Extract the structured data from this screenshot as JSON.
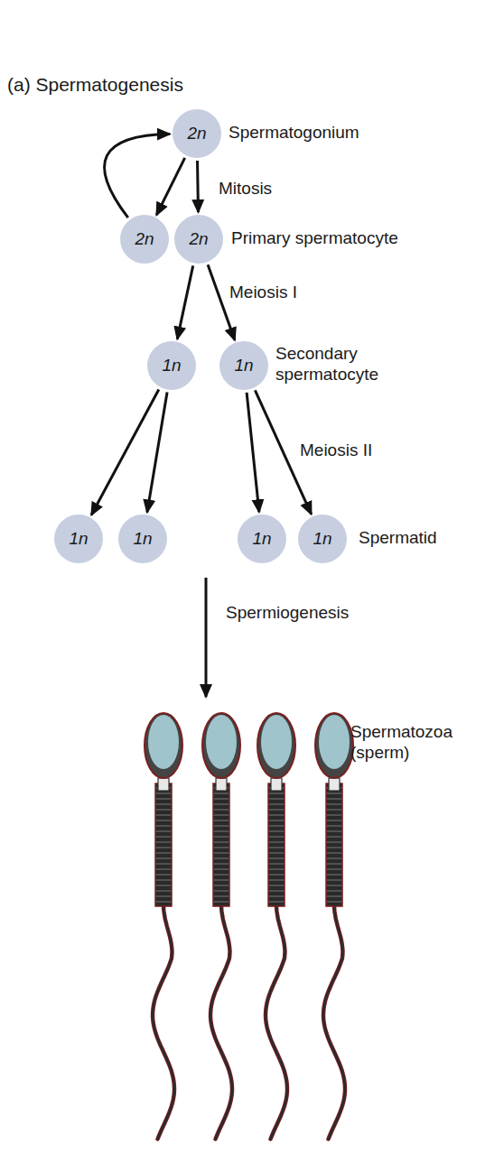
{
  "diagram": {
    "title": "(a) Spermatogenesis",
    "nodes": [
      {
        "text": [
          "2n"
        ]
      },
      {
        "text": [
          "2n"
        ]
      },
      {
        "text": [
          "2n"
        ]
      },
      {
        "text": [
          "1n"
        ]
      },
      {
        "text": [
          "1n"
        ]
      },
      {
        "text": [
          "1n"
        ]
      },
      {
        "text": [
          "1n"
        ]
      },
      {
        "text": [
          "1n"
        ]
      },
      {
        "text": [
          "1n"
        ]
      }
    ],
    "edges": [
      {
        "from": 0,
        "to": 1,
        "arrow": "to"
      },
      {
        "from": 0,
        "to": 2,
        "label": "Mitosis",
        "arrow": "to"
      },
      {
        "from": 1,
        "to": 0,
        "arrow": "to"
      },
      {
        "from": 2,
        "to": 3,
        "arrow": "to"
      },
      {
        "from": 2,
        "to": 4,
        "label": "Meiosis I",
        "arrow": "to"
      },
      {
        "from": 3,
        "to": 5,
        "arrow": "to"
      },
      {
        "from": 3,
        "to": 6,
        "arrow": "to"
      },
      {
        "from": 4,
        "to": 7,
        "arrow": "to"
      },
      {
        "from": 4,
        "to": 8,
        "label": "Meiosis II",
        "arrow": "to"
      }
    ],
    "labels": [
      "Spermatogonium",
      "Primary spermatocyte",
      "Secondary spermatocyte",
      "Spermatid",
      "Spermiogenesis",
      "Spermatozoa (sperm)"
    ]
  }
}
